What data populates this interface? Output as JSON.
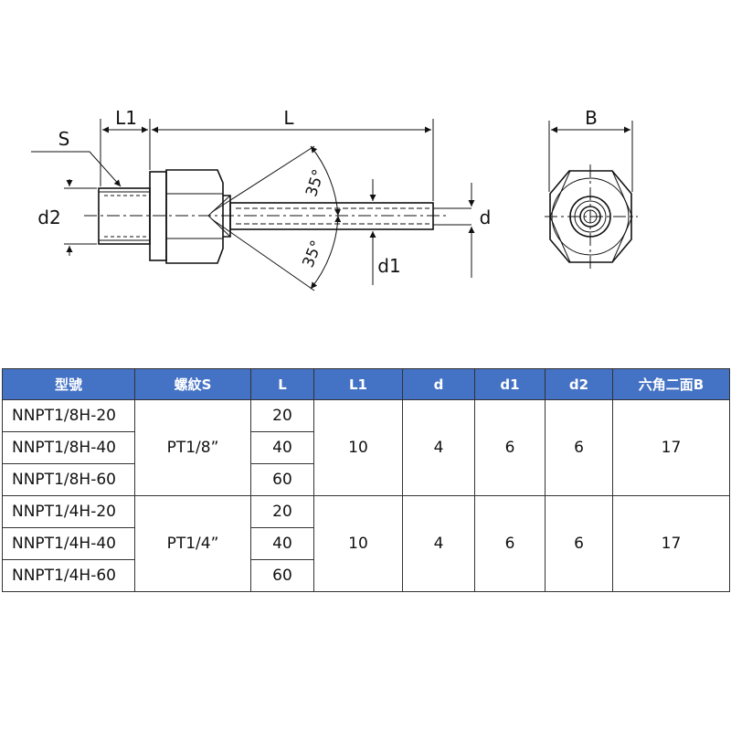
{
  "colors": {
    "header_bg": "#4472c4",
    "header_text": "#ffffff",
    "line": "#111111"
  },
  "drawing": {
    "labels": {
      "L1": "L1",
      "L": "L",
      "S": "S",
      "d2": "d2",
      "d": "d",
      "d1": "d1",
      "B": "B",
      "angle_top": "35°",
      "angle_bottom": "35°"
    }
  },
  "table": {
    "headers": [
      "型號",
      "螺紋S",
      "L",
      "L1",
      "d",
      "d1",
      "d2",
      "六角二面B"
    ],
    "groups": [
      {
        "thread": "PT1/8”",
        "L1": "10",
        "d": "4",
        "d1": "6",
        "d2": "6",
        "B": "17",
        "rows": [
          {
            "model": "NNPT1/8H-20",
            "L": "20"
          },
          {
            "model": "NNPT1/8H-40",
            "L": "40"
          },
          {
            "model": "NNPT1/8H-60",
            "L": "60"
          }
        ]
      },
      {
        "thread": "PT1/4”",
        "L1": "10",
        "d": "4",
        "d1": "6",
        "d2": "6",
        "B": "17",
        "rows": [
          {
            "model": "NNPT1/4H-20",
            "L": "20"
          },
          {
            "model": "NNPT1/4H-40",
            "L": "40"
          },
          {
            "model": "NNPT1/4H-60",
            "L": "60"
          }
        ]
      }
    ]
  }
}
